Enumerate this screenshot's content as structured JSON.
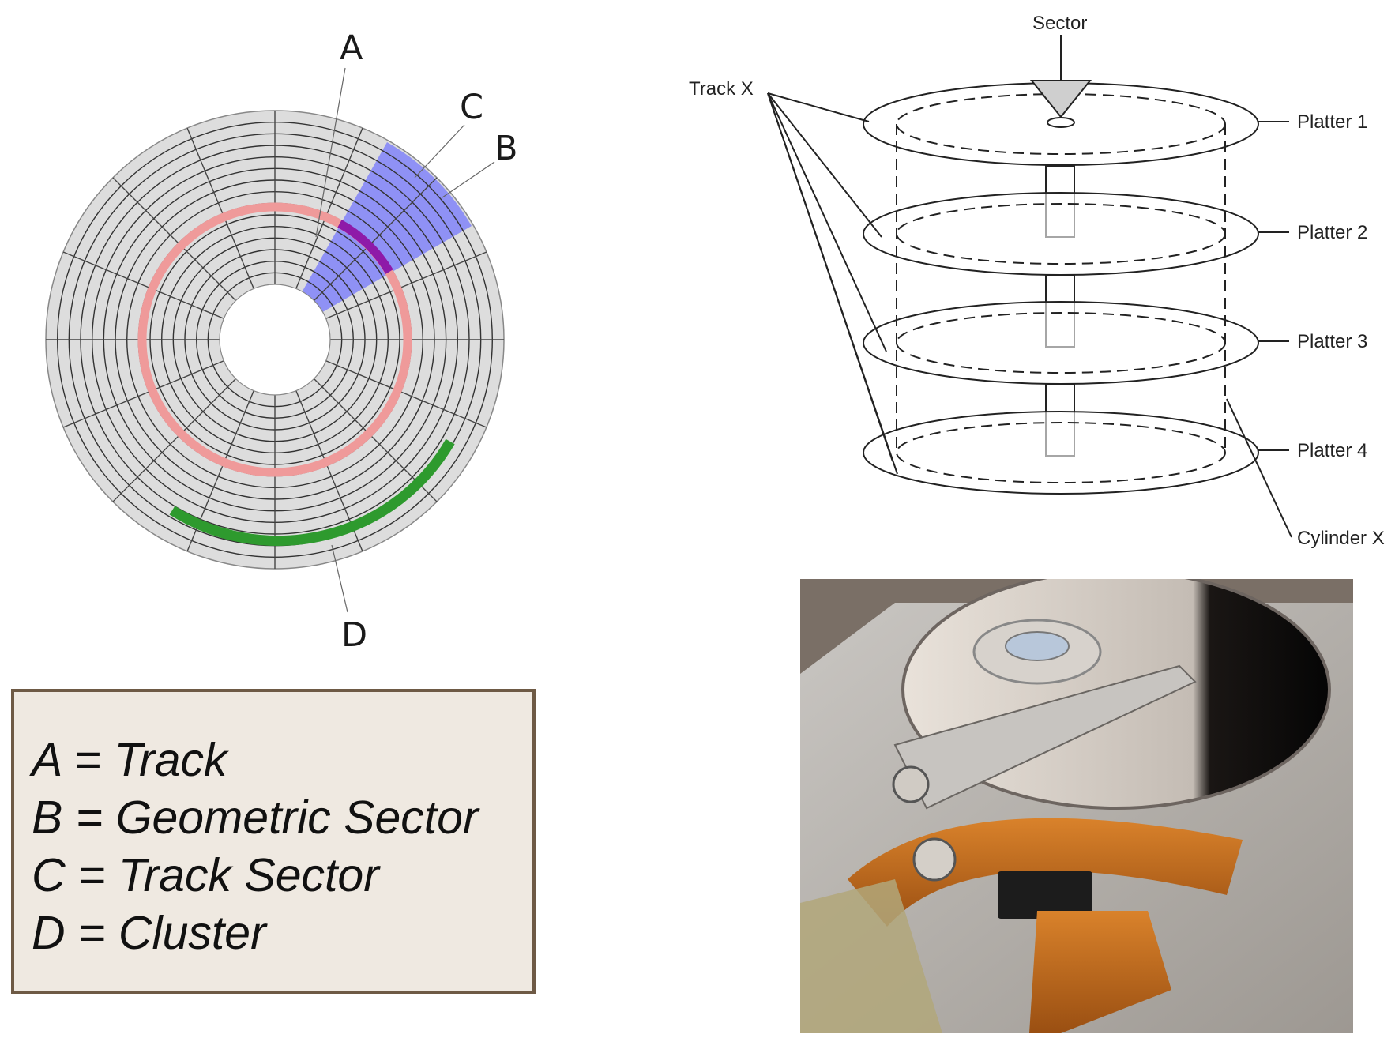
{
  "disk": {
    "labels": {
      "a": "A",
      "b": "B",
      "c": "C",
      "d": "D"
    },
    "colors": {
      "surface": "#dddddd",
      "geometric_sector": "#8a8cf5",
      "track": "#ef9a9a",
      "track_sector": "#8e1aa8",
      "cluster": "#2e9a2e"
    }
  },
  "legend": {
    "items": [
      "A = Track",
      "B = Geometric Sector",
      "C = Track Sector",
      "D = Cluster"
    ],
    "colors": {
      "background": "#efe9e1",
      "border": "#6e5a45"
    }
  },
  "platters": {
    "sector_label": "Sector",
    "track_label": "Track X",
    "cylinder_label": "Cylinder X",
    "platter_labels": [
      "Platter 1",
      "Platter 2",
      "Platter 3",
      "Platter 4"
    ]
  },
  "photo": {
    "subject": "hard-disk-drive-interior-photo"
  }
}
